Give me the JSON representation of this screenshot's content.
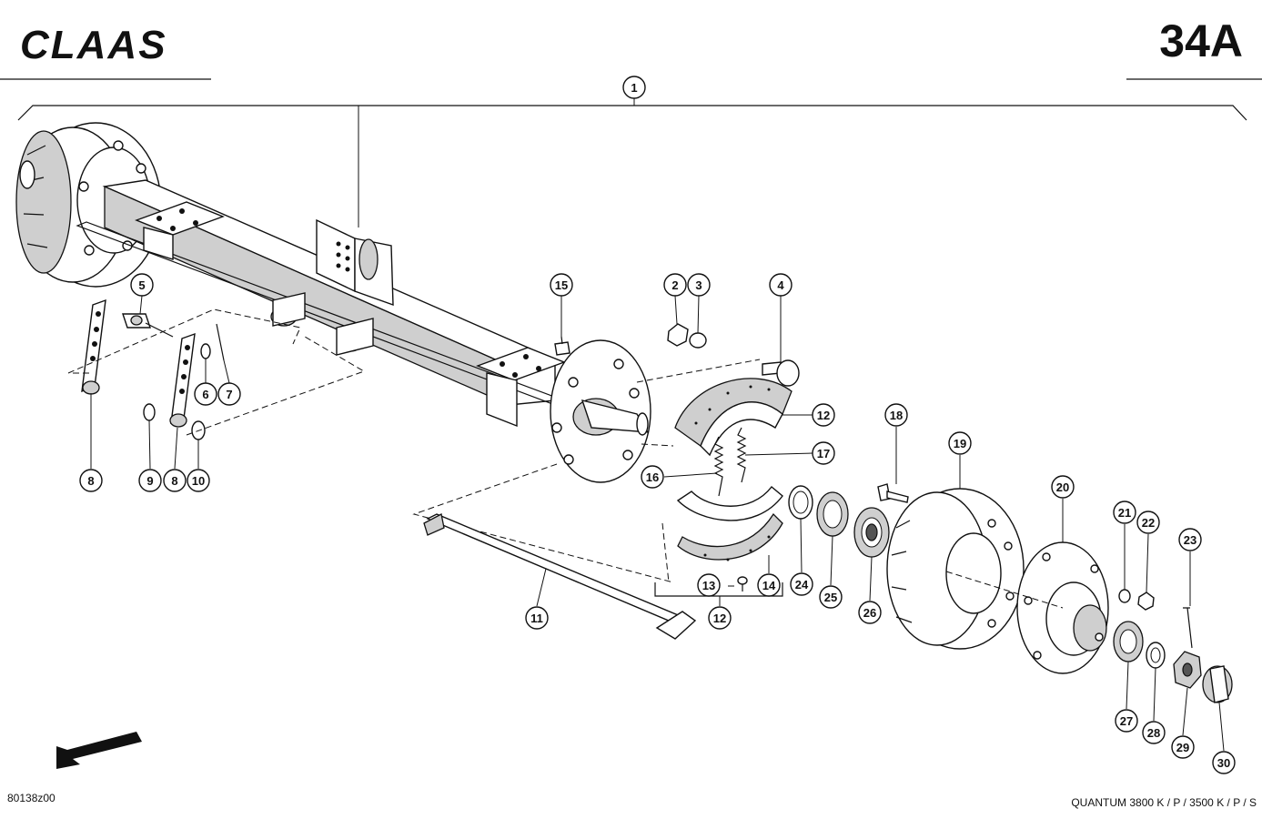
{
  "header": {
    "brand": "CLAAS",
    "page_number": "34A"
  },
  "footer": {
    "drawing_number": "80138z00",
    "model_line": "QUANTUM 3800 K / P / 3500 K / P / S"
  },
  "callouts": {
    "c1": "1",
    "c2": "2",
    "c3": "3",
    "c4": "4",
    "c5": "5",
    "c6": "6",
    "c7": "7",
    "c8a": "8",
    "c8b": "8",
    "c9": "9",
    "c10": "10",
    "c11": "11",
    "c12a": "12",
    "c12b": "12",
    "c13": "13",
    "c14": "14",
    "c15": "15",
    "c16": "16",
    "c17": "17",
    "c18": "18",
    "c19": "19",
    "c20": "20",
    "c21": "21",
    "c22": "22",
    "c23": "23",
    "c24": "24",
    "c25": "25",
    "c26": "26",
    "c27": "27",
    "c28": "28",
    "c29": "29",
    "c30": "30"
  },
  "icons": {
    "direction_arrow": "arrow-down-left-icon"
  }
}
